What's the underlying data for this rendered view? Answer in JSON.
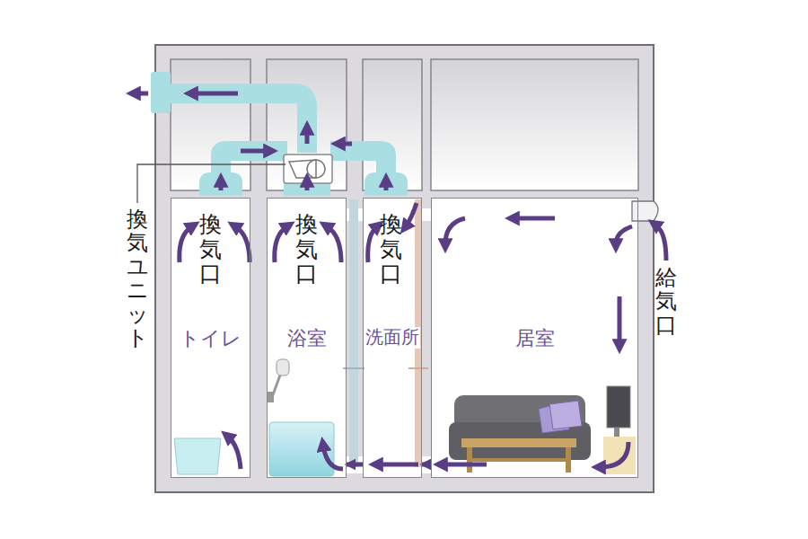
{
  "diagram": {
    "nodes": [
      {
        "text": [
          "トイレ"
        ]
      },
      {
        "text": [
          "浴室"
        ]
      },
      {
        "text": [
          "洗面所"
        ]
      },
      {
        "text": [
          "居室"
        ]
      }
    ],
    "edges": [
      {
        "from": 3,
        "to": 2,
        "arrow": "to"
      },
      {
        "from": 2,
        "to": 1,
        "arrow": "to"
      }
    ],
    "labels": [
      "換気ユニット",
      "換気口",
      "換気口",
      "換気口",
      "給気口"
    ]
  }
}
